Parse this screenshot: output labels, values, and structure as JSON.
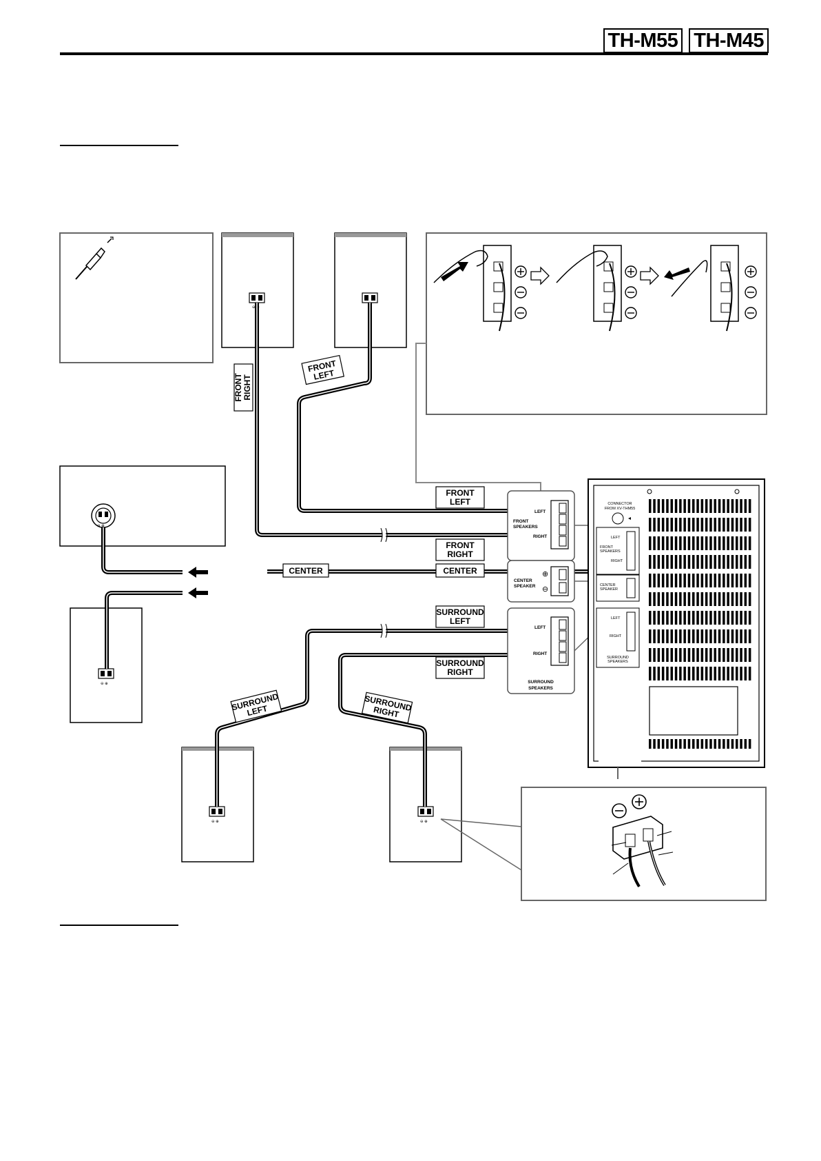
{
  "header": {
    "models": [
      "TH-M55",
      "TH-M45"
    ]
  },
  "labels": {
    "front_left": [
      "FRONT",
      "LEFT"
    ],
    "front_right": [
      "FRONT",
      "RIGHT"
    ],
    "center": "CENTER",
    "surround_left": [
      "SURROUND",
      "LEFT"
    ],
    "surround_right": [
      "SURROUND",
      "RIGHT"
    ]
  },
  "terminal_panel": {
    "left": "LEFT",
    "right": "RIGHT",
    "front_speakers": [
      "FRONT",
      "SPEAKERS"
    ],
    "center_speaker": [
      "CENTER",
      "SPEAKER"
    ],
    "surround_speakers": [
      "SURROUND",
      "SPEAKERS"
    ]
  },
  "subwoofer_panel": {
    "connector": [
      "CONNECTOR",
      "FROM XV-THM55"
    ],
    "left": "LEFT",
    "right": "RIGHT",
    "front_speakers": [
      "FRONT",
      "SPEAKERS"
    ],
    "center_speaker": [
      "CENTER",
      "SPEAKER"
    ],
    "surround_speakers": [
      "SURROUND",
      "SPEAKERS"
    ]
  },
  "polarity": {
    "minus_plus": "⊖ ⊕",
    "plus": "⊕",
    "minus": "⊖"
  }
}
